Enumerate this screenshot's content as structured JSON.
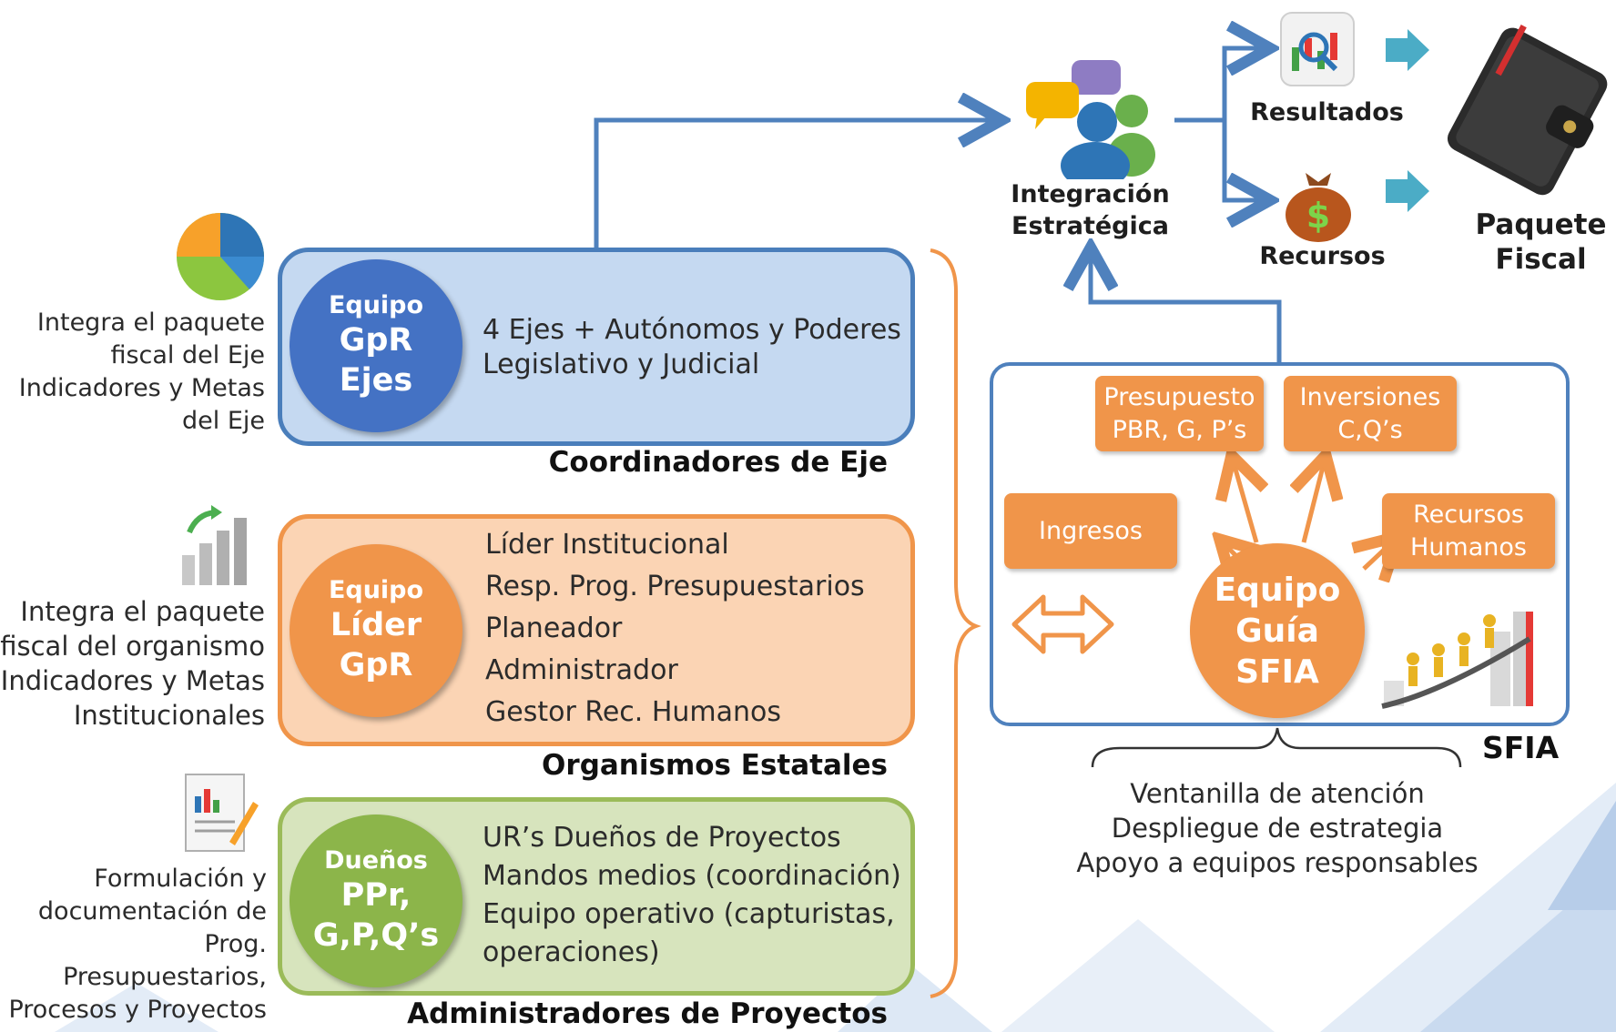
{
  "left_notes": {
    "axes": [
      "Integra el paquete",
      "fiscal del Eje",
      "Indicadores y Metas",
      "del Eje"
    ],
    "organismos": [
      "Integra el paquete",
      "fiscal del organismo",
      "Indicadores y Metas",
      "Institucionales"
    ],
    "proyectos": [
      "Formulación y",
      "documentación de",
      "Prog. Presupuestarios,",
      "Procesos y Proyectos"
    ]
  },
  "panels": {
    "eje": {
      "circle": [
        "Equipo",
        "GpR",
        "Ejes"
      ],
      "lines": [
        "4 Ejes + Autónomos y Poderes",
        "Legislativo y Judicial"
      ],
      "caption": "Coordinadores de Eje",
      "colors": {
        "fill": "#c5d9f1",
        "border": "#4a7ebb",
        "circle": "#4472c4"
      }
    },
    "organismos": {
      "circle": [
        "Equipo",
        "Líder",
        "GpR"
      ],
      "lines": [
        "Líder Institucional",
        "Resp. Prog. Presupuestarios",
        "Planeador",
        "Administrador",
        "Gestor Rec. Humanos"
      ],
      "caption": "Organismos Estatales",
      "colors": {
        "fill": "#fbd4b4",
        "border": "#f0954a",
        "circle": "#f0954a"
      }
    },
    "proyectos": {
      "circle": [
        "Dueños",
        "PPr,",
        "G,P,Q’s"
      ],
      "lines": [
        "UR’s Dueños de Proyectos",
        "Mandos medios  (coordinación)",
        "Equipo operativo (capturistas,",
        "operaciones)"
      ],
      "caption": "Administradores de Proyectos",
      "colors": {
        "fill": "#d7e4bd",
        "border": "#9bbb59",
        "circle": "#8cb54a"
      }
    }
  },
  "top_flow": {
    "integracion": [
      "Integración",
      "Estratégica"
    ],
    "resultados": "Resultados",
    "recursos": "Recursos",
    "paquete": [
      "Paquete",
      "Fiscal"
    ]
  },
  "sfia": {
    "boxes": {
      "presupuesto": [
        "Presupuesto",
        "PBR, G, P’s"
      ],
      "inversiones": [
        "Inversiones",
        "C,Q’s"
      ],
      "ingresos": [
        "Ingresos"
      ],
      "recursos_humanos": [
        "Recursos",
        "Humanos"
      ]
    },
    "center": [
      "Equipo",
      "Guía",
      "SFIA"
    ],
    "label": "SFIA",
    "notes": [
      "Ventanilla de atención",
      "Despliegue de estrategia",
      "Apoyo a equipos responsables"
    ]
  },
  "colors": {
    "blue_line": "#4f81bd",
    "orange": "#f0954a",
    "teal_arrow": "#4bacc6"
  }
}
